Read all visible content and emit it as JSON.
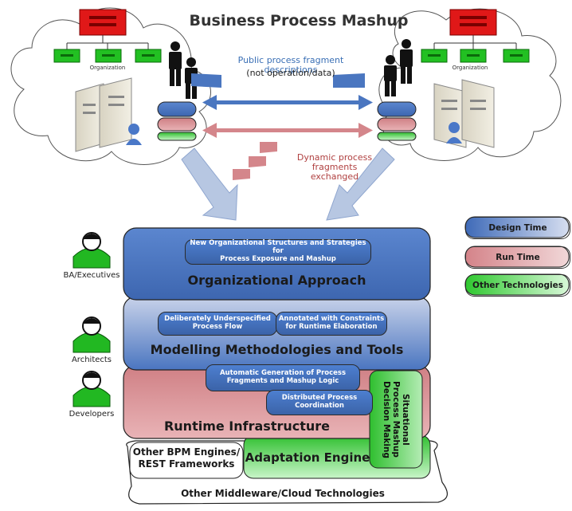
{
  "title": "Business Process Mashup",
  "organization_label": "Organization",
  "public_fragments": {
    "line1": "Public process fragment descriptions",
    "line2": "(not operation/data)"
  },
  "dynamic_fragments": {
    "line1": "Dynamic process",
    "line2": "fragments exchanged"
  },
  "layers": {
    "organizational": {
      "title": "Organizational Approach",
      "box_line1": "New Organizational Structures and Strategies for",
      "box_line2": "Process Exposure and Mashup"
    },
    "modelling": {
      "title": "Modelling Methodologies and Tools",
      "box1_line1": "Deliberately Underspecified",
      "box1_line2": "Process Flow",
      "box2_line1": "Annotated with Constraints",
      "box2_line2": "for Runtime Elaboration"
    },
    "runtime": {
      "title": "Runtime Infrastructure",
      "box1_line1": "Automatic Generation of Process",
      "box1_line2": "Fragments and Mashup Logic",
      "box2_line1": "Distributed Process",
      "box2_line2": "Coordination",
      "situational_line1": "Situational",
      "situational_line2": "Process Mashup",
      "situational_line3": "Decision Making"
    },
    "adaptation_engine": "Adaptation Engine",
    "other_bpm_line1": "Other BPM Engines/",
    "other_bpm_line2": "REST Frameworks",
    "middleware": "Other Middleware/Cloud Technologies"
  },
  "roles": {
    "ba": "BA/Executives",
    "architects": "Architects",
    "developers": "Developers"
  },
  "legend": {
    "design_time": "Design Time",
    "run_time": "Run Time",
    "other": "Other Technologies"
  },
  "colors": {
    "design_time": "#4a76c0",
    "run_time": "#d9888c",
    "other": "#3ec43e",
    "org_red": "#e01818",
    "org_green": "#22c022"
  }
}
